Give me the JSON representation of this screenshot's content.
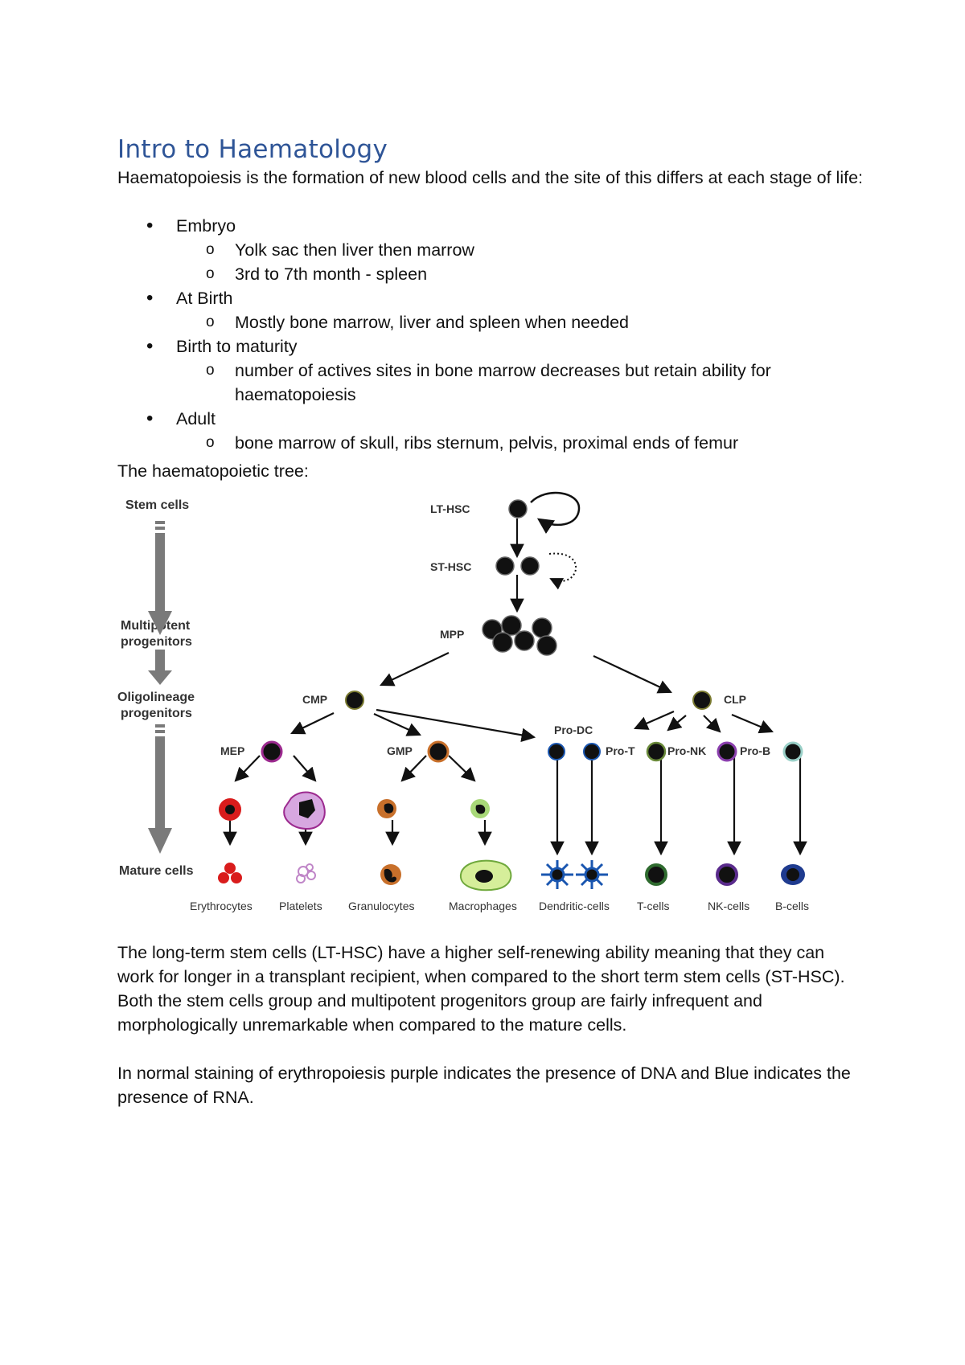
{
  "title": "Intro to Haematology",
  "intro": "Haematopoiesis is the formation of new blood cells and the site of this differs at each stage of life:",
  "stages": [
    {
      "label": "Embryo",
      "details": [
        "Yolk sac then liver then marrow",
        "3rd to 7th month - spleen"
      ]
    },
    {
      "label": "At Birth",
      "details": [
        "Mostly bone marrow, liver and spleen when needed"
      ]
    },
    {
      "label": "Birth to maturity",
      "details": [
        "number of actives sites in bone marrow decreases but retain ability for haematopoiesis"
      ]
    },
    {
      "label": "Adult",
      "details": [
        "bone marrow of skull, ribs sternum, pelvis, proximal ends of femur"
      ]
    }
  ],
  "tree_caption": "The haematopoietic tree:",
  "diagram": {
    "tiers": {
      "stem": "Stem cells",
      "multi_1": "Multipotent",
      "multi_2": "progenitors",
      "oligo_1": "Oligolineage",
      "oligo_2": "progenitors",
      "mature": "Mature cells"
    },
    "nodes": {
      "lt_hsc": "LT-HSC",
      "st_hsc": "ST-HSC",
      "mpp": "MPP",
      "cmp": "CMP",
      "clp": "CLP",
      "mep": "MEP",
      "gmp": "GMP",
      "pro_dc": "Pro-DC",
      "pro_t": "Pro-T",
      "pro_nk": "Pro-NK",
      "pro_b": "Pro-B"
    },
    "mature_cells": {
      "erythrocytes": "Erythrocytes",
      "platelets": "Platelets",
      "granulocytes": "Granulocytes",
      "macrophages": "Macrophages",
      "dendritic": "Dendritic-cells",
      "t_cells": "T-cells",
      "nk_cells": "NK-cells",
      "b_cells": "B-cells"
    },
    "colors": {
      "black_cell": "#111111",
      "erythroid": "#d91c1c",
      "megakaryocyte": "#9c2a8f",
      "granulocyte": "#c8702b",
      "macrophage": "#6fa83c",
      "dendritic": "#1a56b0",
      "t_lineage": "#2f6b2f",
      "nk_lineage": "#5a2b8c",
      "b_lineage": "#1f3b8f",
      "tier_arrow": "#7a7a7a"
    }
  },
  "paragraph_1": "The long-term stem cells (LT-HSC) have a higher self-renewing ability meaning that they can work for longer in a transplant recipient, when compared to the short term stem cells (ST-HSC). Both the stem cells group and multipotent progenitors group are fairly infrequent and morphologically unremarkable when compared to the mature cells.",
  "paragraph_2": "In normal staining of erythropoiesis purple indicates the presence of DNA and Blue indicates the presence of RNA."
}
